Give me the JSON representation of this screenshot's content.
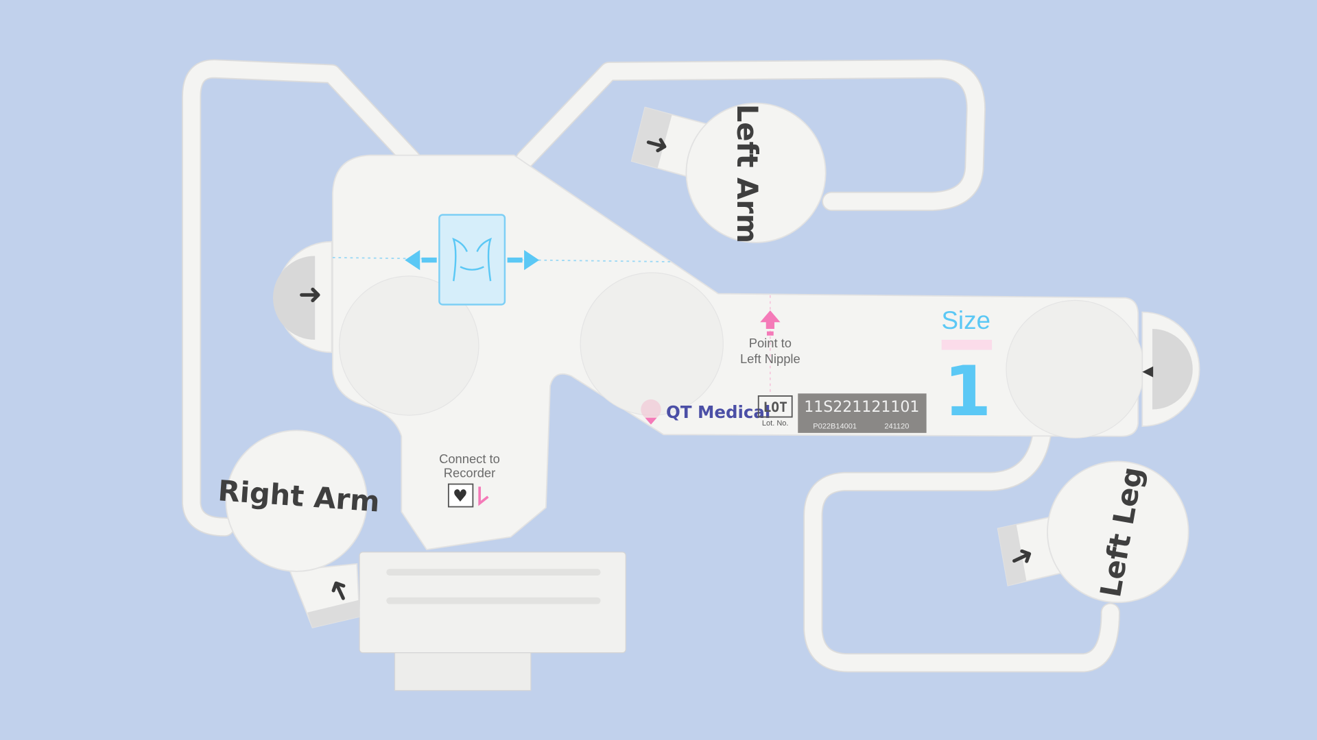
{
  "electrodes": {
    "left_arm": "Left Arm",
    "right_arm": "Right Arm",
    "left_leg": "Left Leg"
  },
  "instructions": {
    "point_to_line1": "Point to",
    "point_to_line2": "Left Nipple",
    "connect_line1": "Connect to",
    "connect_line2": "Recorder"
  },
  "size": {
    "label": "Size",
    "value": "1"
  },
  "brand": {
    "name": "QT Medical"
  },
  "lot": {
    "symbol": "LOT",
    "caption": "Lot. No.",
    "number": "11S221121101",
    "part": "P022B14001",
    "date": "241120"
  },
  "colors": {
    "background": "#c1d1ec",
    "accent_blue": "#5bc8f5",
    "accent_pink": "#f47ab8",
    "brand_blue": "#4b4fa6"
  }
}
